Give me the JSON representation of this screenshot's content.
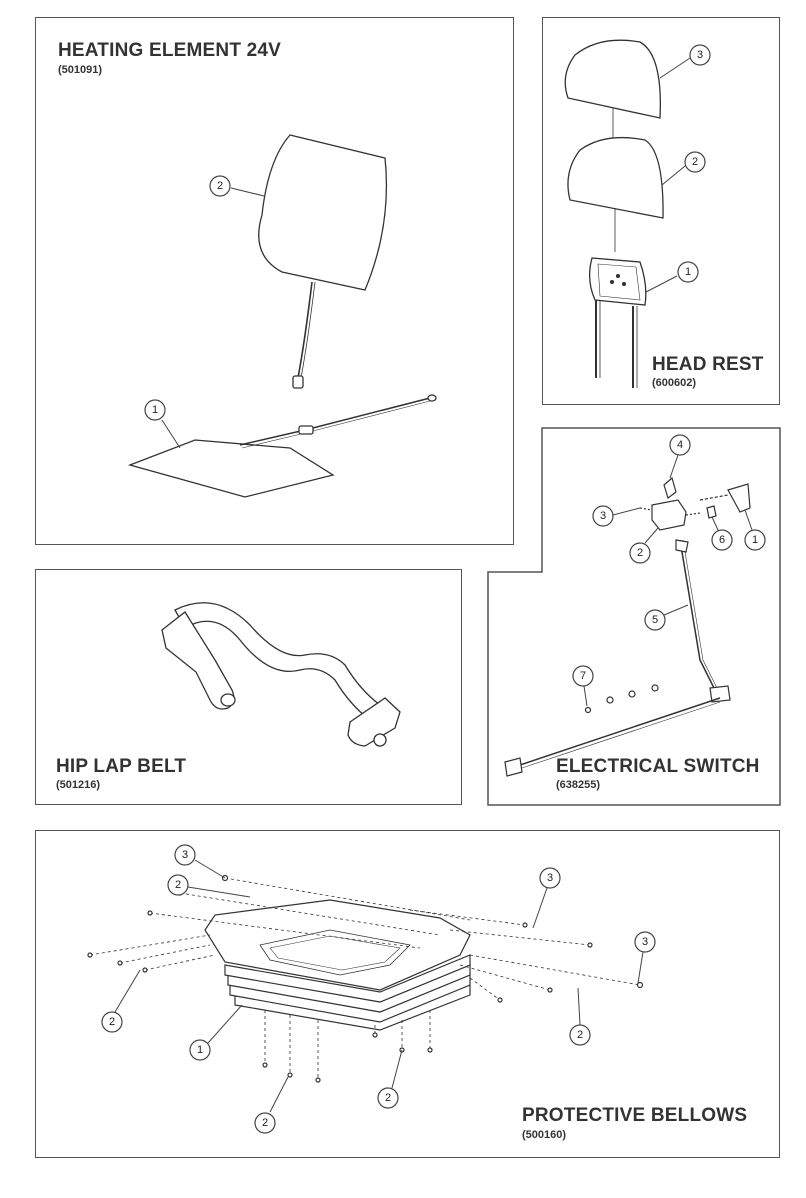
{
  "panels": {
    "heating": {
      "title": "HEATING ELEMENT 24V",
      "code": "(501091)",
      "callouts": [
        "1",
        "2"
      ]
    },
    "headrest": {
      "title": "HEAD REST",
      "code": "(600602)",
      "callouts": [
        "1",
        "2",
        "3"
      ]
    },
    "hiplap": {
      "title": "HIP LAP BELT",
      "code": "(501216)"
    },
    "switch": {
      "title": "ELECTRICAL SWITCH",
      "code": "(638255)",
      "callouts": [
        "1",
        "2",
        "3",
        "4",
        "5",
        "6",
        "7"
      ]
    },
    "bellows": {
      "title": "PROTECTIVE BELLOWS",
      "code": "(500160)",
      "callouts": [
        "1",
        "2",
        "3"
      ]
    }
  }
}
